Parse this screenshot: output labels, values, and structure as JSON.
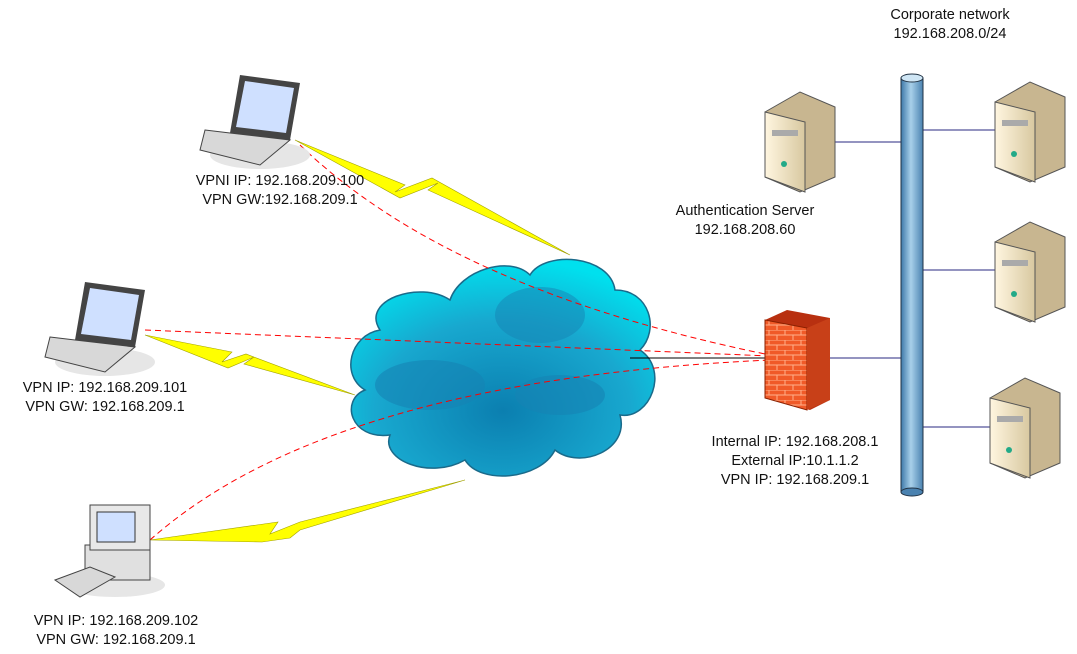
{
  "colors": {
    "vpn_tunnel": "#ff0000",
    "wireless_link": "#ffff00",
    "lan_link": "#2a2a80",
    "cloud": "#1fb8d8",
    "firewall": "#e8401a",
    "backbone": "#6aa3c8"
  },
  "clients": [
    {
      "icon": "laptop-icon",
      "line1": "VPNI IP: 192.168.209.100",
      "line2": "VPN GW:192.168.209.1"
    },
    {
      "icon": "laptop-icon",
      "line1": "VPN IP: 192.168.209.101",
      "line2": "VPN GW: 192.168.209.1"
    },
    {
      "icon": "desktop-computer-icon",
      "line1": "VPN IP: 192.168.209.102",
      "line2": "VPN GW: 192.168.209.1"
    }
  ],
  "internet": {
    "icon": "cloud-icon"
  },
  "firewall": {
    "icon": "firewall-icon",
    "line1": "Internal IP: 192.168.208.1",
    "line2": "External IP:10.1.1.2",
    "line3": "VPN IP: 192.168.209.1"
  },
  "auth_server": {
    "icon": "server-icon",
    "line1": "Authentication Server",
    "line2": "192.168.208.60"
  },
  "network": {
    "line1": "Corporate network",
    "line2": "192.168.208.0/24"
  },
  "servers": [
    {
      "icon": "server-icon"
    },
    {
      "icon": "server-icon"
    },
    {
      "icon": "server-icon"
    }
  ]
}
